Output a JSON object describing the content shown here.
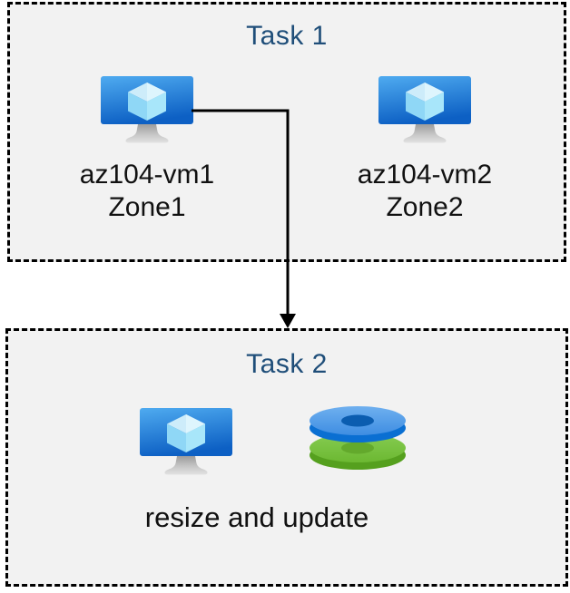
{
  "task1": {
    "title": "Task 1",
    "vm1": {
      "name": "az104-vm1",
      "zone": "Zone1",
      "icon": "virtual-machine-icon"
    },
    "vm2": {
      "name": "az104-vm2",
      "zone": "Zone2",
      "icon": "virtual-machine-icon"
    }
  },
  "task2": {
    "title": "Task 2",
    "caption": "resize and update",
    "icons": [
      "virtual-machine-icon",
      "managed-disks-icon"
    ]
  },
  "arrow": {
    "direction": "down",
    "from": "az104-vm1",
    "to": "Task 2"
  },
  "colors": {
    "page_background": "#ffffff",
    "box_background": "#f2f2f2",
    "box_border": "#000000",
    "title_text": "#1f4e79",
    "body_text": "#111111",
    "arrow": "#000000",
    "vm_screen_top": "#4aa7ee",
    "vm_screen_bottom": "#0e62c6",
    "vm_cube_light": "#d9f2fc",
    "vm_stand_gray": "#a6a6a6",
    "disk_blue_top": "#4f9ce9",
    "disk_blue_side": "#0a6fd2",
    "disk_blue_hole": "#0b5db0",
    "disk_green_top": "#77c141",
    "disk_green_side": "#55a01e",
    "disk_green_hole": "#63a92c"
  }
}
